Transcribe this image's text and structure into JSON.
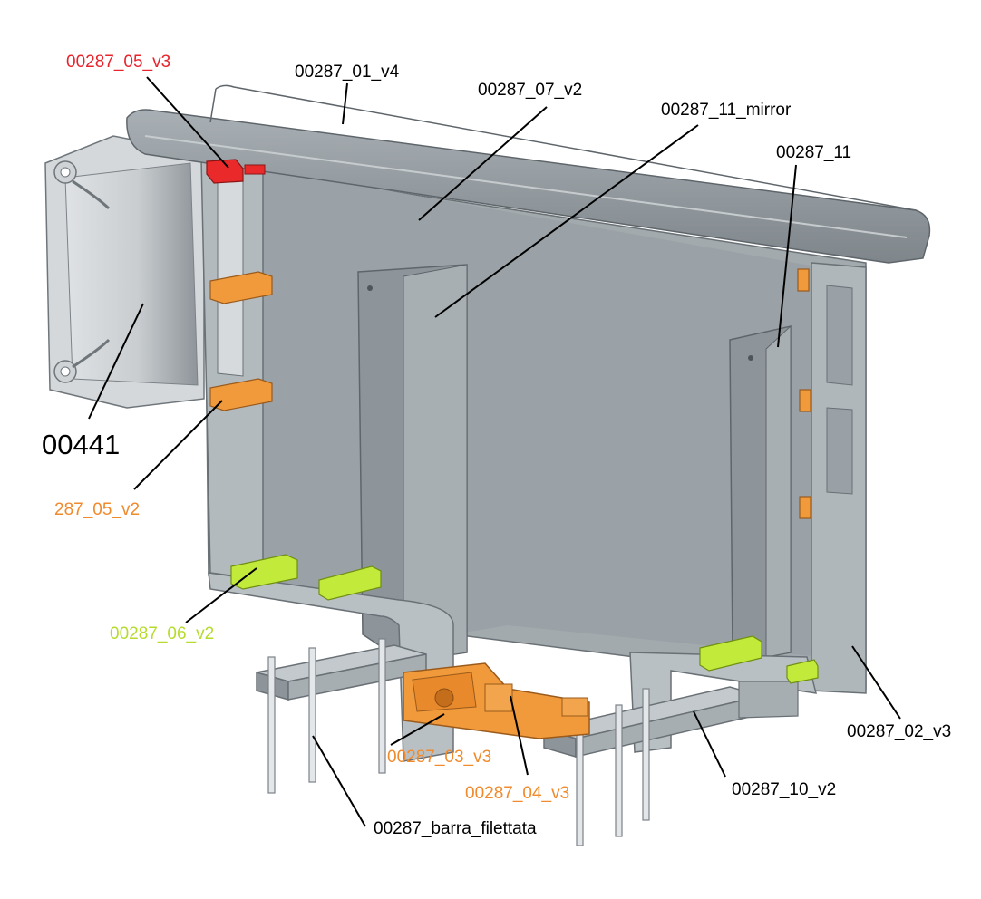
{
  "labels": {
    "p0287_05_v3": "00287_05_v3",
    "p0287_01_v4": "00287_01_v4",
    "p0287_07_v2": "00287_07_v2",
    "p0287_11_mirror": "00287_11_mirror",
    "p0287_11": "00287_11",
    "p00441": "00441",
    "p287_05_v2": "287_05_v2",
    "p0287_06_v2": "00287_06_v2",
    "p0287_03_v3": "00287_03_v3",
    "p0287_04_v3": "00287_04_v3",
    "p0287_10_v2": "00287_10_v2",
    "p0287_02_v3": "00287_02_v3",
    "p0287_barra": "00287_barra_filettata"
  },
  "colors": {
    "label_default": "#000000",
    "label_red": "#e8232b",
    "label_orange": "#f08a2c",
    "label_lime": "#b5dc2d",
    "steel_light": "#b7bec3",
    "steel_mid": "#9aa1a6",
    "steel_dark": "#747b80",
    "orange_part": "#f09a3c",
    "lime_part": "#c2ea3a",
    "red_part": "#ea2a2a"
  }
}
